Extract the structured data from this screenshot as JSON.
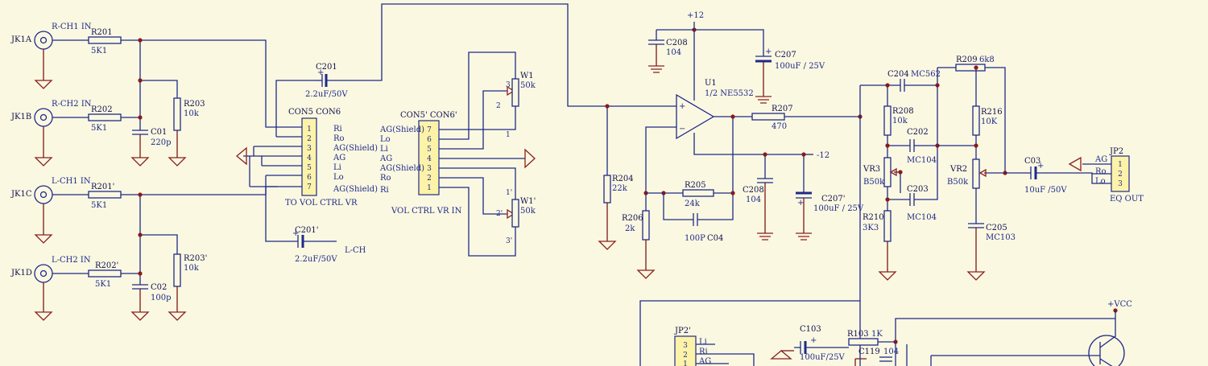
{
  "jacks": {
    "jk1a": {
      "ref": "JK1A",
      "label": "R-CH1 IN"
    },
    "jk1b": {
      "ref": "JK1B",
      "label": "R-CH2 IN"
    },
    "jk1c": {
      "ref": "JK1C",
      "label": "L-CH1 IN"
    },
    "jk1d": {
      "ref": "JK1D",
      "label": "L-CH2 IN"
    }
  },
  "resistors": {
    "r201": {
      "ref": "R201",
      "value": "5K1"
    },
    "r202": {
      "ref": "R202",
      "value": "5K1"
    },
    "r201p": {
      "ref": "R201'",
      "value": "5K1"
    },
    "r202p": {
      "ref": "R202'",
      "value": "5K1"
    },
    "r203": {
      "ref": "R203",
      "value": "10k"
    },
    "r203p": {
      "ref": "R203'",
      "value": "10k"
    },
    "r204": {
      "ref": "R204",
      "value": "22k"
    },
    "r205": {
      "ref": "R205",
      "value": "24k"
    },
    "r206": {
      "ref": "R206",
      "value": "2k"
    },
    "r207": {
      "ref": "R207",
      "value": "470"
    },
    "r208": {
      "ref": "R208",
      "value": "10k"
    },
    "r209": {
      "ref": "R209",
      "value": "6k8"
    },
    "r210": {
      "ref": "R210",
      "value": "3K3"
    },
    "r216": {
      "ref": "R216",
      "value": "10K"
    },
    "r103": {
      "ref": "R103",
      "value": "1K"
    }
  },
  "capacitors": {
    "c01": {
      "ref": "C01",
      "value": "220p"
    },
    "c02": {
      "ref": "C02",
      "value": "100p"
    },
    "c201": {
      "ref": "C201",
      "value": "2.2uF/50V"
    },
    "c201p": {
      "ref": "C201'",
      "value": "2.2uF/50V"
    },
    "c208": {
      "ref": "C208",
      "value": "104"
    },
    "c207": {
      "ref": "C207",
      "value": "100uF / 25V"
    },
    "c208p": {
      "ref": "C208'",
      "value": "104"
    },
    "c207p": {
      "ref": "C207'",
      "value": "100uF / 25V"
    },
    "c04": {
      "ref": "C04",
      "value": "100P"
    },
    "c204": {
      "ref": "C204",
      "value": "MC562"
    },
    "c202": {
      "ref": "C202",
      "value": "MC104"
    },
    "c203": {
      "ref": "C203",
      "value": "MC104"
    },
    "c205": {
      "ref": "C205",
      "value": "MC103"
    },
    "c03": {
      "ref": "C03",
      "value": "10uF /50V"
    },
    "c103": {
      "ref": "C103",
      "value": "100uF/25V"
    },
    "c119": {
      "ref": "C119",
      "value": "104"
    }
  },
  "pots": {
    "w1": {
      "ref": "W1",
      "value": "50k",
      "pins": [
        "3",
        "2",
        "1"
      ]
    },
    "w1p": {
      "ref": "W1'",
      "value": "50k",
      "pins": [
        "1'",
        "2'",
        "3'"
      ]
    },
    "vr3": {
      "ref": "VR3",
      "value": "B50k"
    },
    "vr2": {
      "ref": "VR2",
      "value": "B50k"
    }
  },
  "opamp": {
    "ref": "U1",
    "part": "1/2 NE5532",
    "plus": "+",
    "minus": "−"
  },
  "rails": {
    "pos12": "+12",
    "neg12": "-12",
    "vcc": "+VCC"
  },
  "con5": {
    "title": "CON5  CON6",
    "pins": [
      "1",
      "2",
      "3",
      "4",
      "5",
      "6",
      "7"
    ],
    "signals": [
      "Ri",
      "Ro",
      "AG(Shield)",
      "AG",
      "Li",
      "Lo",
      "AG(Shield)"
    ],
    "caption": "TO VOL CTRL VR"
  },
  "con5p": {
    "title": "CON5'  CON6'",
    "pins": [
      "7",
      "6",
      "5",
      "4",
      "3",
      "2",
      "1"
    ],
    "signals": [
      "AG(Shield)",
      "Lo",
      "Li",
      "AG",
      "AG(Shield)",
      "Ro",
      "Ri"
    ],
    "caption": "VOL CTRL VR IN"
  },
  "jp2": {
    "ref": "JP2",
    "pins": [
      "1",
      "2",
      "3"
    ],
    "signals": [
      "AG",
      "Ro",
      "Lo"
    ],
    "caption": "EQ OUT"
  },
  "jp2p": {
    "ref": "JP2'",
    "pins": [
      "3",
      "2",
      "1"
    ],
    "signals": [
      "Li",
      "Ri",
      "AG"
    ]
  },
  "lch": "L-CH"
}
